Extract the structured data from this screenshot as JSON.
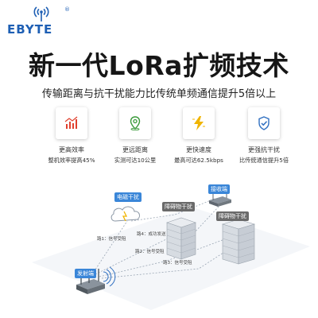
{
  "brand": {
    "name": "EBYTE",
    "registered": "®",
    "color": "#1e5fb4"
  },
  "title": "新一代LoRa扩频技术",
  "subtitle": "传输距离与抗干扰能力比传统单频通信提升5倍以上",
  "features": [
    {
      "icon": "chart-icon",
      "color": "#e0402e",
      "title": "更高效率",
      "desc": "整机效率提高45%"
    },
    {
      "icon": "location-pin-icon",
      "color": "#3a9a3a",
      "title": "更远距离",
      "desc": "实测可达10公里"
    },
    {
      "icon": "lightning-icon",
      "color": "#f0b400",
      "title": "更快速度",
      "desc": "最高可达62.5kbps"
    },
    {
      "icon": "shield-check-icon",
      "color": "#2f6fc0",
      "title": "更强抗干扰",
      "desc": "比传统通信提升5倍"
    }
  ],
  "diagram": {
    "tags": {
      "transmitter": "发射端",
      "receiver": "接收端",
      "interference_1": "电磁干扰",
      "interference_2": "障碍物干扰",
      "interference_3": "障碍物干扰"
    },
    "paths": {
      "p1": "路1：信号受阻",
      "p2": "路2：信号受阻",
      "p3": "路3：信号受阻",
      "p4": "路4：成功发送"
    }
  }
}
